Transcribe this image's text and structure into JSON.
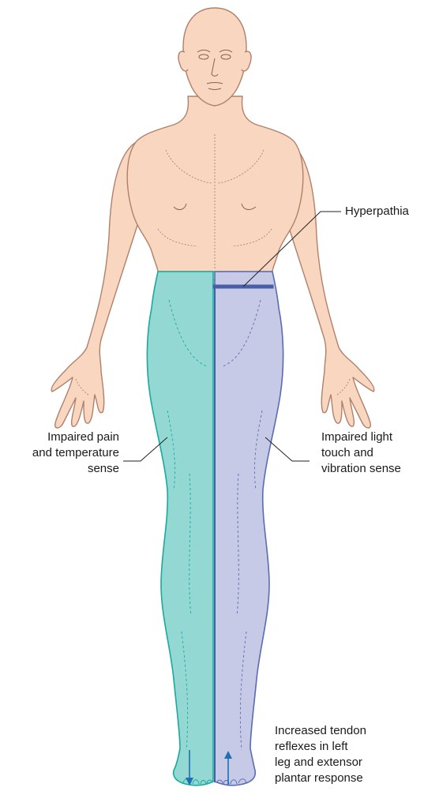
{
  "labels": {
    "hyperpathia": "Hyperpathia",
    "left_label": [
      "Impaired pain",
      "and temperature",
      "sense"
    ],
    "right_label": [
      "Impaired light",
      "touch and",
      "vibration sense"
    ],
    "bottom_label": [
      "Increased tendon",
      "reflexes in left",
      "leg and extensor",
      "plantar response"
    ]
  },
  "colors": {
    "skin": "#f9d6bf",
    "skin_outline": "#b0806a",
    "pain_zone": "#93d8d2",
    "pain_outline": "#18aaa0",
    "touch_zone": "#c6cae6",
    "touch_outline": "#5a6cb0",
    "hyperpathia_band": "#4a5ea6",
    "arrow": "#1f6fb2",
    "leader_line": "#222222"
  },
  "icons": {
    "down_arrow": "down-arrow-icon",
    "up_arrow": "up-arrow-icon"
  }
}
